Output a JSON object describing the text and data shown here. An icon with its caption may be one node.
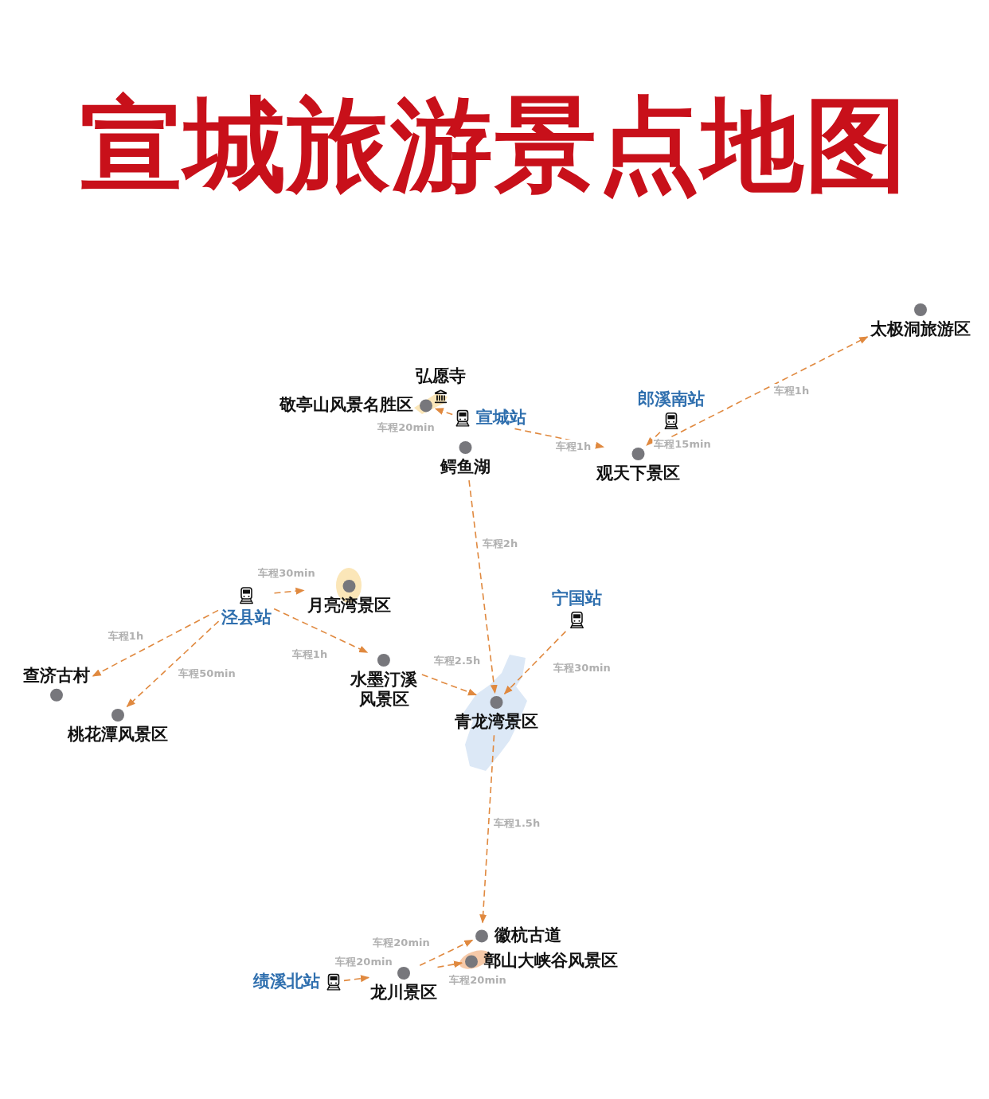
{
  "diagram": {
    "title": "宣城旅游景点地图",
    "nodes": [
      {
        "text": [
          "弘愿寺"
        ]
      },
      {
        "text": [
          "敬亭山风景名胜区"
        ]
      },
      {
        "text": [
          "宣城站"
        ]
      },
      {
        "text": [
          "鳄鱼湖"
        ]
      },
      {
        "text": [
          "郎溪南站"
        ]
      },
      {
        "text": [
          "观天下景区"
        ]
      },
      {
        "text": [
          "太极洞旅游区"
        ]
      },
      {
        "text": [
          "泾县站"
        ]
      },
      {
        "text": [
          "月亮湾景区"
        ]
      },
      {
        "text": [
          "宁国站"
        ]
      },
      {
        "text": [
          "查济古村"
        ]
      },
      {
        "text": [
          "水墨汀溪风景区"
        ]
      },
      {
        "text": [
          "青龙湾景区"
        ]
      },
      {
        "text": [
          "桃花潭风景区"
        ]
      },
      {
        "text": [
          "徽杭古道"
        ]
      },
      {
        "text": [
          "鄣山大峡谷风景区"
        ]
      },
      {
        "text": [
          "绩溪北站"
        ]
      },
      {
        "text": [
          "龙川景区"
        ]
      }
    ],
    "edges": [
      {
        "from": 2,
        "to": 1,
        "arrow": "to",
        "label": "车程20min",
        "style": "dashed"
      },
      {
        "from": 2,
        "to": 5,
        "arrow": "to",
        "label": "车程1h",
        "style": "dashed"
      },
      {
        "from": 4,
        "to": 5,
        "arrow": "to",
        "label": "车程15min",
        "style": "dashed"
      },
      {
        "from": 5,
        "to": 6,
        "arrow": "to",
        "label": "车程1h",
        "style": "dashed"
      },
      {
        "from": 3,
        "to": 12,
        "arrow": "to",
        "label": "车程2h",
        "style": "dashed"
      },
      {
        "from": 7,
        "to": 8,
        "arrow": "to",
        "label": "车程30min",
        "style": "dashed"
      },
      {
        "from": 7,
        "to": 10,
        "arrow": "to",
        "label": "车程1h",
        "style": "dashed"
      },
      {
        "from": 7,
        "to": 13,
        "arrow": "to",
        "label": "车程50min",
        "style": "dashed"
      },
      {
        "from": 7,
        "to": 11,
        "arrow": "to",
        "label": "车程1h",
        "style": "dashed"
      },
      {
        "from": 11,
        "to": 12,
        "arrow": "to",
        "label": "车程2.5h",
        "style": "dashed"
      },
      {
        "from": 9,
        "to": 12,
        "arrow": "to",
        "label": "车程30min",
        "style": "dashed"
      },
      {
        "from": 12,
        "to": 14,
        "arrow": "to",
        "label": "车程1.5h",
        "style": "dashed"
      },
      {
        "from": 16,
        "to": 17,
        "arrow": "to",
        "label": "车程20min",
        "style": "dashed"
      },
      {
        "from": 17,
        "to": 14,
        "arrow": "to",
        "label": "车程20min",
        "style": "dashed"
      },
      {
        "from": 17,
        "to": 15,
        "arrow": "to",
        "label": "车程20min",
        "style": "dashed"
      }
    ]
  }
}
